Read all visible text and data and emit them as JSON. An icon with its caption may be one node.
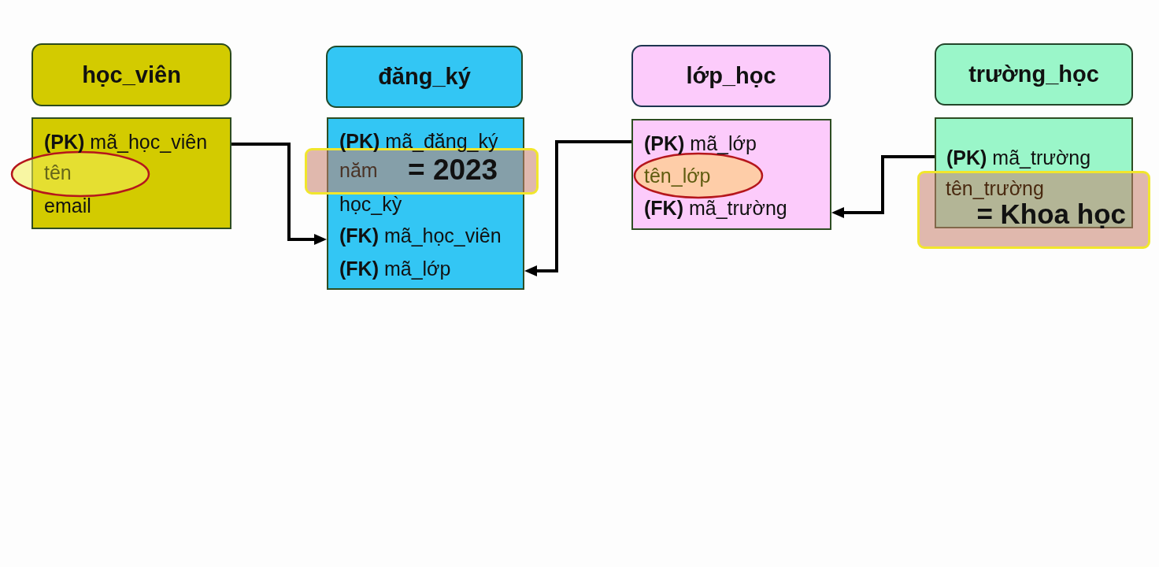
{
  "diagram": {
    "nodes": [
      {
        "text": [
          "học_viên"
        ]
      },
      {
        "text": [
          "**(PK)** mã_học_viên",
          "tên",
          "email"
        ]
      },
      {
        "text": [
          "đăng_ký"
        ]
      },
      {
        "text": [
          "**(PK)** mã_đăng_ký",
          "học_kỳ",
          "**(FK)** mã_học_viên",
          "**(FK)** mã_lớp"
        ]
      },
      {
        "text": [
          "năm",
          "= 2023"
        ]
      },
      {
        "text": [
          "lớp_học"
        ]
      },
      {
        "text": [
          "**(PK)** mã_lớp",
          "tên_lớp",
          "**(FK)** mã_trường"
        ]
      },
      {
        "text": [
          "trường_học"
        ]
      },
      {
        "text": [
          "**(PK)** mã_trường"
        ]
      },
      {
        "text": [
          "tên_trường",
          "= Khoa học"
        ]
      }
    ],
    "edges": [
      {
        "from": 1,
        "to": 3,
        "arrow": "to"
      },
      {
        "from": 6,
        "to": 3,
        "arrow": "to"
      },
      {
        "from": 8,
        "to": 6,
        "arrow": "to"
      }
    ]
  }
}
